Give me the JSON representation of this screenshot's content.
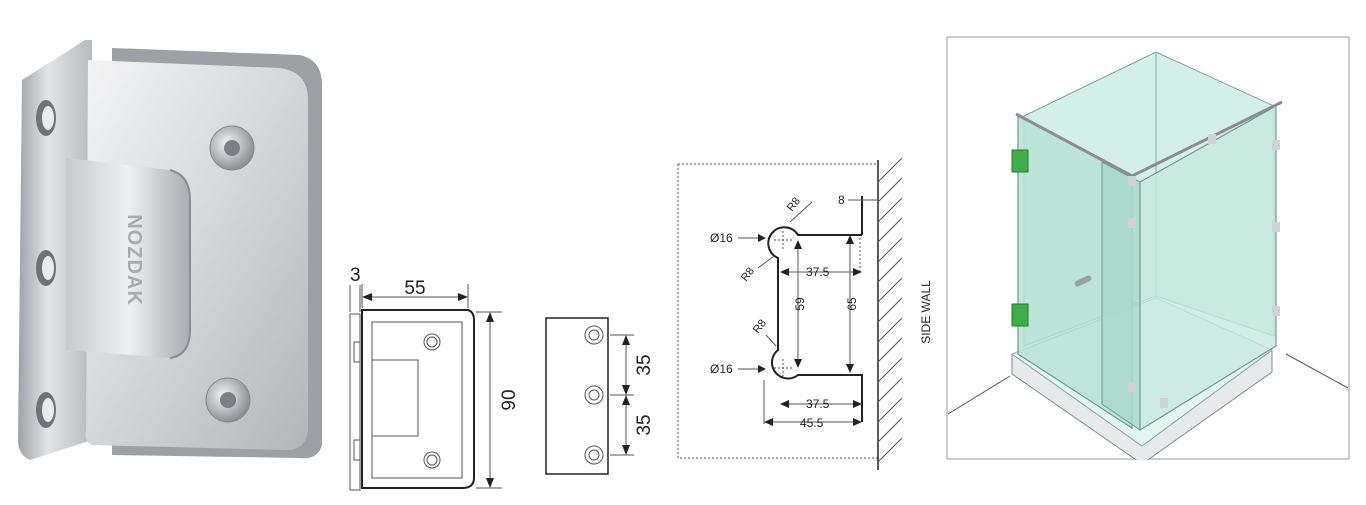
{
  "photo": {
    "brand": "NOZDAK"
  },
  "side_view": {
    "thickness": "3",
    "width": "55",
    "height": "90"
  },
  "plate_view": {
    "spacing_top": "35",
    "spacing_bottom": "35"
  },
  "glass_cut": {
    "hole_top": "Ø16",
    "hole_bottom": "Ø16",
    "radius_a": "R8",
    "radius_b": "R8",
    "radius_c": "R8",
    "top_gap": "8",
    "depth_top": "37.5",
    "depth_bottom": "37.5",
    "depth_total": "45.5",
    "hole_spacing": "59",
    "cut_height": "65",
    "wall_label": "SIDE WALL"
  },
  "colors": {
    "glass": "#bfe3d8",
    "hinge_green": "#3fae4a",
    "metal": "#c9cbcd"
  }
}
